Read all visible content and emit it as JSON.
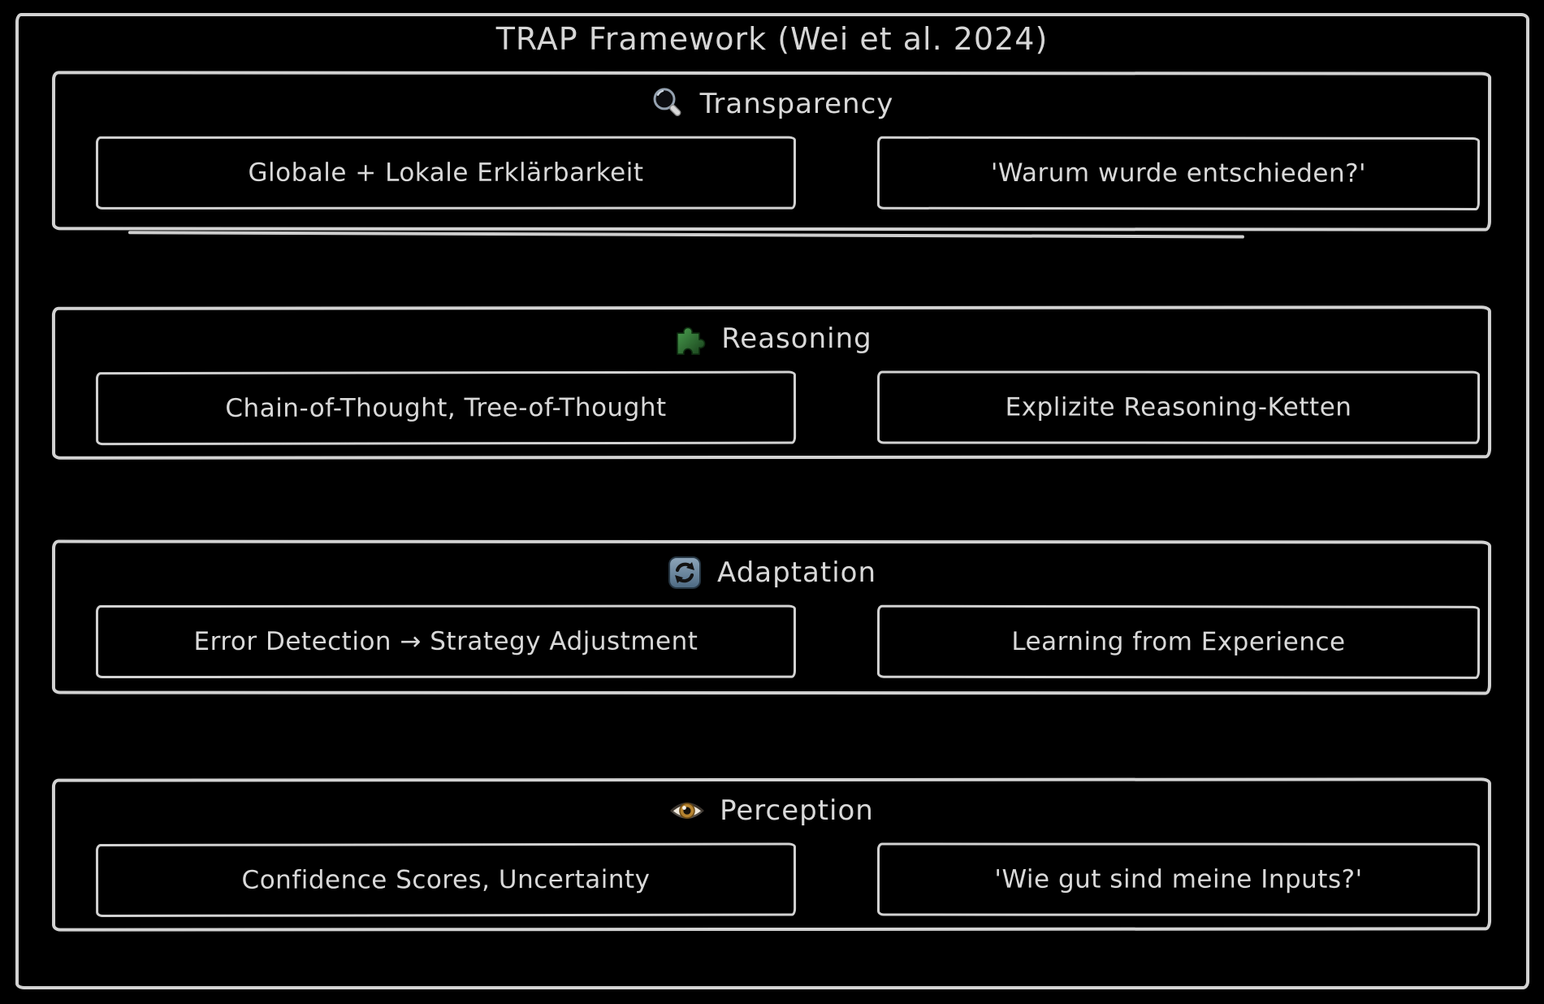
{
  "title": "TRAP Framework (Wei et al. 2024)",
  "colors": {
    "background": "#000000",
    "stroke": "#d2d2d2",
    "text": "#d9d9d9",
    "puzzle_green": "#2e7d32",
    "refresh_blue": "#6e8aa3",
    "eye_iris_amber": "#b5832f"
  },
  "sections": [
    {
      "id": "transparency",
      "icon": "magnifier-icon",
      "title": "Transparency",
      "boxes": [
        "Globale + Lokale Erklärbarkeit",
        "'Warum wurde entschieden?'"
      ]
    },
    {
      "id": "reasoning",
      "icon": "puzzle-icon",
      "title": "Reasoning",
      "boxes": [
        "Chain-of-Thought, Tree-of-Thought",
        "Explizite Reasoning-Ketten"
      ]
    },
    {
      "id": "adaptation",
      "icon": "refresh-icon",
      "title": "Adaptation",
      "boxes": [
        "Error Detection → Strategy Adjustment",
        "Learning from Experience"
      ]
    },
    {
      "id": "perception",
      "icon": "eye-icon",
      "title": "Perception",
      "boxes": [
        "Confidence Scores, Uncertainty",
        "'Wie gut sind meine Inputs?'"
      ]
    }
  ]
}
